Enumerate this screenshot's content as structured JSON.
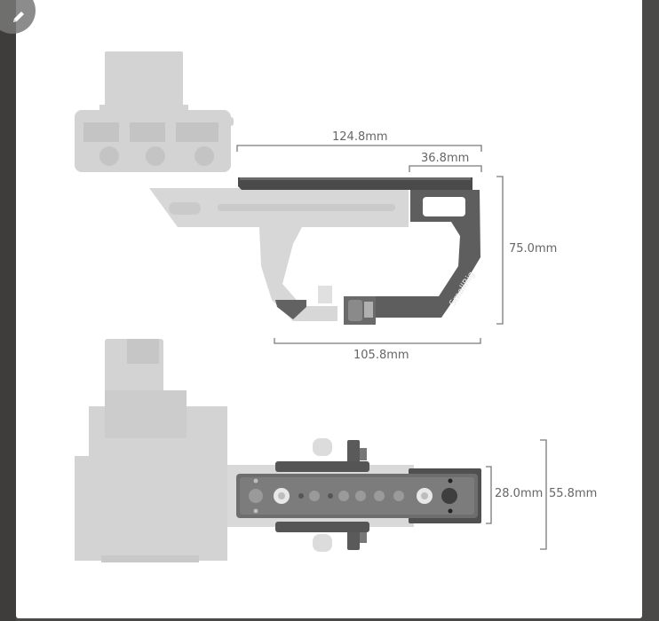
{
  "toolbar": {
    "edit_button_icon": "pencil-icon"
  },
  "diagram": {
    "brand_text": "SmallRig",
    "colors": {
      "background": "#4a4947",
      "panel": "#ffffff",
      "dimension_line": "#7a7a7a",
      "dimension_text": "#666666",
      "product_dark": "#5a5a5a",
      "ghost_gray": "#cfcfcf"
    },
    "side_view": {
      "dimensions": {
        "overall_length": "124.8mm",
        "rail_length": "36.8mm",
        "height": "75.0mm",
        "bottom_length": "105.8mm"
      }
    },
    "top_view": {
      "dimensions": {
        "plate_width": "28.0mm",
        "overall_width": "55.8mm"
      }
    }
  }
}
